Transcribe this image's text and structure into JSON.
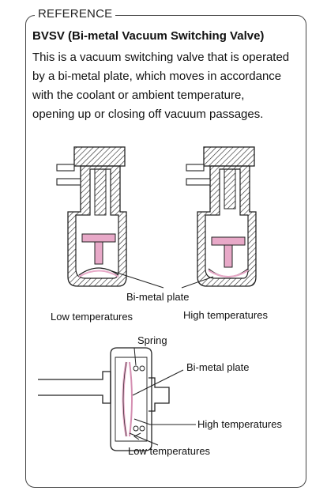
{
  "reference_label": "REFERENCE",
  "title": "BVSV (Bi-metal Vacuum Switching Valve)",
  "description_lines": [
    "This is a vacuum switching valve that is operated",
    "by a bi-metal plate, which moves in accordance",
    "with the coolant or ambient temperature,",
    "opening up or closing off vacuum passages."
  ],
  "labels": {
    "bimetal_plate_top": "Bi-metal plate",
    "low_temperatures_top": "Low temperatures",
    "high_temperatures_top": "High temperatures",
    "spring": "Spring",
    "bimetal_plate_bottom": "Bi-metal plate",
    "high_temperatures_bottom": "High temperatures",
    "low_temperatures_bottom": "Low temperatures"
  },
  "colors": {
    "plate_pink": "#e8a9c8",
    "line": "#222222"
  }
}
